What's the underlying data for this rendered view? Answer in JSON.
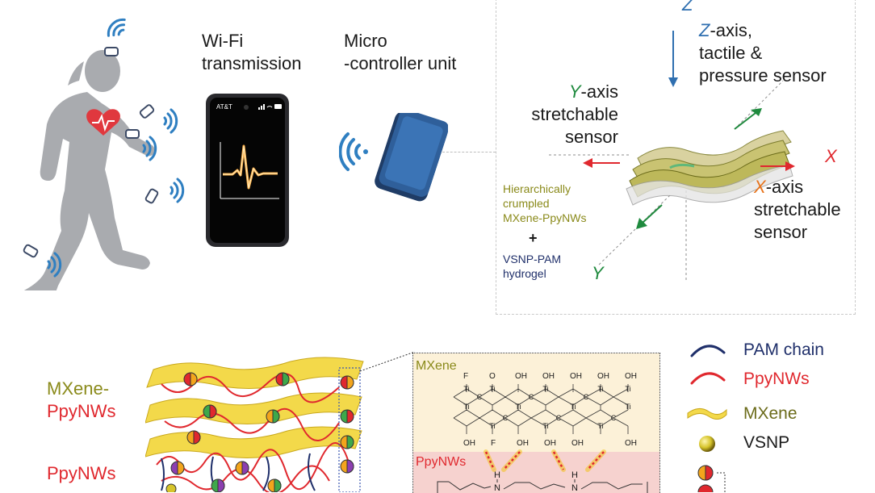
{
  "top": {
    "wifi_label_line1": "Wi-Fi",
    "wifi_label_line2": "transmission",
    "mcu_label_line1": "Micro",
    "mcu_label_line2": "-controller unit",
    "phone_carrier": "AT&T",
    "z_axis_letter": "Z",
    "z_axis_title_letter": "Z",
    "z_axis_title_rest": "-axis,",
    "z_axis_line2": "tactile &",
    "z_axis_line3": "pressure sensor",
    "y_axis_title_letter": "Y",
    "y_axis_title_rest": "-axis",
    "y_axis_line2": "stretchable",
    "y_axis_line3": "sensor",
    "x_axis_letter": "X",
    "x_axis_title_letter": "X",
    "x_axis_title_rest": "-axis",
    "x_axis_line2": "stretchable",
    "x_axis_line3": "sensor",
    "y_axis_letter": "Y",
    "material_line1": "Hierarchically",
    "material_line2": "crumpled",
    "material_line3": "MXene-PpyNWs",
    "plus": "+",
    "hydrogel_line1": "VSNP-PAM",
    "hydrogel_line2": "hydrogel"
  },
  "bottom": {
    "mxene_ppy_label_1": "MXene-",
    "mxene_ppy_label_2": "PpyNWs",
    "ppynws_label": "PpyNWs",
    "inset_mxene_label": "MXene",
    "inset_ppynws_label": "PpyNWs",
    "legend": [
      {
        "label": "PAM chain",
        "color": "#1f2f6a",
        "icon": "pam-chain-icon"
      },
      {
        "label": "PpyNWs",
        "color": "#e0282e",
        "icon": "ppynws-icon"
      },
      {
        "label": "MXene",
        "color": "#6b6b1a",
        "icon": "mxene-sheet-icon"
      },
      {
        "label": "VSNP",
        "color": "#1a1a1a",
        "icon": "vsnp-sphere-icon"
      }
    ]
  },
  "chem": {
    "top_row": [
      "F",
      "O",
      "OH",
      "OH",
      "OH",
      "OH",
      "OH"
    ],
    "bottom_row": [
      "OH",
      "F",
      "OH",
      "OH",
      "OH",
      "OH"
    ],
    "ti": "Ti",
    "c": "C",
    "h": "H",
    "n": "N"
  },
  "colors": {
    "accent_blue": "#2f6fb0",
    "y_green": "#1f8a3e",
    "x_red": "#e0282e",
    "x_orange": "#e8731a",
    "mxene_olive": "#8a8a1a",
    "navy": "#1f2f6a"
  }
}
